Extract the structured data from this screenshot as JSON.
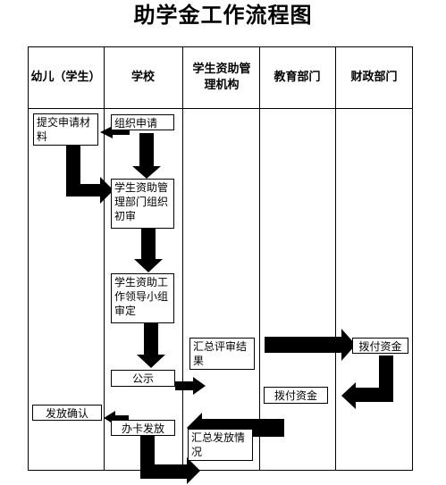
{
  "title": "助学金工作流程图",
  "columns": [
    "幼儿（学生）",
    "学校",
    "学生资助管理机构",
    "教育部门",
    "财政部门"
  ],
  "nodes": {
    "submit": "提交申请材料",
    "organize": "组织申请",
    "preliminary": "学生资助管理部门组织初审",
    "approve": "学生资助工作领导小组审定",
    "summarize": "汇总评审结果",
    "allocate_finance": "拨付资金",
    "allocate_edu": "拨付资金",
    "publicize": "公示",
    "confirm": "发放确认",
    "issue_card": "办卡发放",
    "report": "汇总发放情况"
  }
}
